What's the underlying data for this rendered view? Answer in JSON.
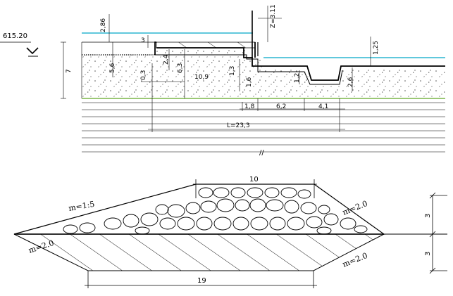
{
  "upper_section": {
    "elevation_label": "615.20",
    "z_label": "Z=3.11",
    "h_2_86": "2,86",
    "h_3": "3",
    "h_1_25": "1,25",
    "h_7": "7",
    "h_5_6": "5,6",
    "h_2_4": "2,4",
    "h_6_3": "6,3",
    "h_1_3": "1,3",
    "h_0_3": "0,3",
    "h_10_9": "10,9",
    "h_1_6": "1,6",
    "h_1_2": "1,2",
    "h_2_6": "2,6",
    "w_1_8": "1,8",
    "w_6_2": "6,2",
    "w_4_1": "4,1",
    "length_label": "L=23,3"
  },
  "lower_section": {
    "top_width": "10",
    "bottom_width": "19",
    "height_upper": "3",
    "height_lower": "3",
    "slope_upstream_top": "m=1:5",
    "slope_upstream_bottom": "m=2.0",
    "slope_downstream_top": "m=2.0",
    "slope_downstream_bottom": "m=2.0"
  },
  "colors": {
    "water_line": "#00a6c8",
    "ground_line": "#7ab648",
    "line": "#000000"
  }
}
